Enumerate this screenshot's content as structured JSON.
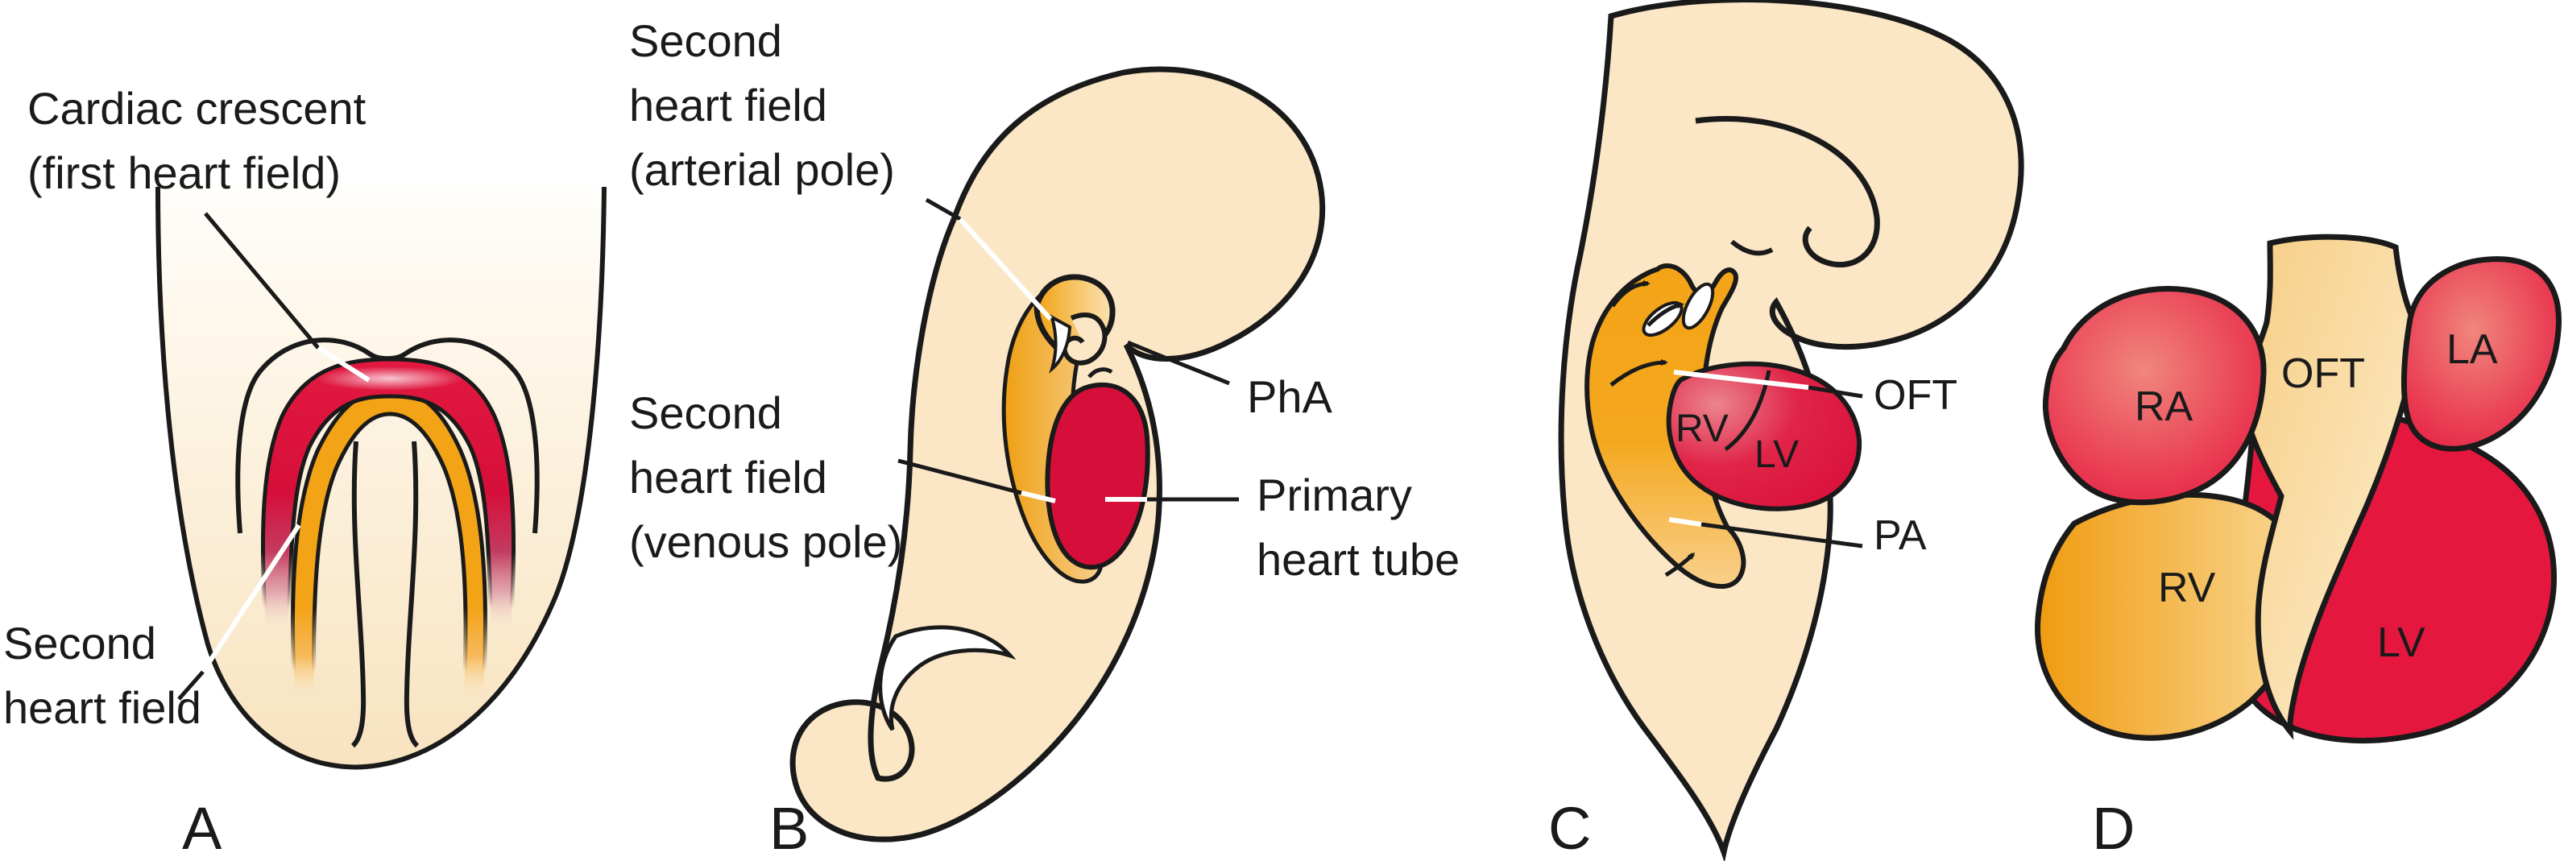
{
  "panels": {
    "a": {
      "letter": "A",
      "label_cardiac_crescent": [
        "Cardiac crescent",
        "(first heart field)"
      ],
      "label_second_heart_field": [
        "Second",
        "heart field"
      ]
    },
    "b": {
      "letter": "B",
      "label_shf_arterial": [
        "Second",
        "heart field",
        "(arterial pole)"
      ],
      "label_pha": "PhA",
      "label_shf_venous": [
        "Second",
        "heart field",
        "(venous pole)"
      ],
      "label_primary_heart_tube": [
        "Primary",
        "heart tube"
      ]
    },
    "c": {
      "letter": "C",
      "label_oft": "OFT",
      "label_pa": "PA",
      "label_rv": "RV",
      "label_lv": "LV"
    },
    "d": {
      "letter": "D",
      "label_ra": "RA",
      "label_oft": "OFT",
      "label_la": "LA",
      "label_rv": "RV",
      "label_lv": "LV"
    }
  },
  "colors": {
    "red_deep": "#D50F3A",
    "red_bright": "#E5173E",
    "pink_highlight": "#F0867C",
    "orange": "#F3A316",
    "orange_pale": "#F8CE8C",
    "tan": "#F6C878",
    "cream": "#FBE7C6",
    "cream_pale": "#FCF1DC",
    "outline_ink": "#1A1A1A",
    "leader_white": "#FFFFFF"
  }
}
